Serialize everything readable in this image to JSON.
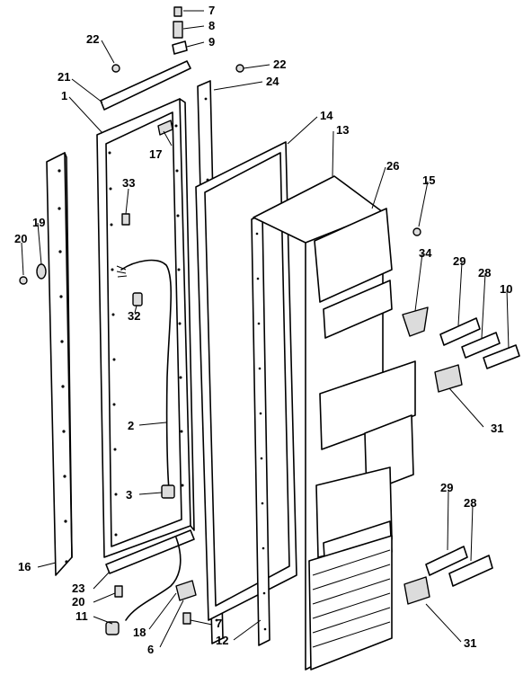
{
  "callouts": [
    {
      "id": "c7a",
      "text": "7"
    },
    {
      "id": "c8",
      "text": "8"
    },
    {
      "id": "c9",
      "text": "9"
    },
    {
      "id": "c22a",
      "text": "22"
    },
    {
      "id": "c22b",
      "text": "22"
    },
    {
      "id": "c21",
      "text": "21"
    },
    {
      "id": "c24",
      "text": "24"
    },
    {
      "id": "c1",
      "text": "1"
    },
    {
      "id": "c14",
      "text": "14"
    },
    {
      "id": "c13",
      "text": "13"
    },
    {
      "id": "c17",
      "text": "17"
    },
    {
      "id": "c26",
      "text": "26"
    },
    {
      "id": "c15",
      "text": "15"
    },
    {
      "id": "c33",
      "text": "33"
    },
    {
      "id": "c19",
      "text": "19"
    },
    {
      "id": "c20a",
      "text": "20"
    },
    {
      "id": "c34",
      "text": "34"
    },
    {
      "id": "c29a",
      "text": "29"
    },
    {
      "id": "c28a",
      "text": "28"
    },
    {
      "id": "c10",
      "text": "10"
    },
    {
      "id": "c32",
      "text": "32"
    },
    {
      "id": "c31a",
      "text": "31"
    },
    {
      "id": "c2",
      "text": "2"
    },
    {
      "id": "c3",
      "text": "3"
    },
    {
      "id": "c29b",
      "text": "29"
    },
    {
      "id": "c28b",
      "text": "28"
    },
    {
      "id": "c16",
      "text": "16"
    },
    {
      "id": "c23",
      "text": "23"
    },
    {
      "id": "c20b",
      "text": "20"
    },
    {
      "id": "c11",
      "text": "11"
    },
    {
      "id": "c18",
      "text": "18"
    },
    {
      "id": "c7b",
      "text": "7"
    },
    {
      "id": "c6",
      "text": "6"
    },
    {
      "id": "c12",
      "text": "12"
    },
    {
      "id": "c31b",
      "text": "31"
    }
  ]
}
